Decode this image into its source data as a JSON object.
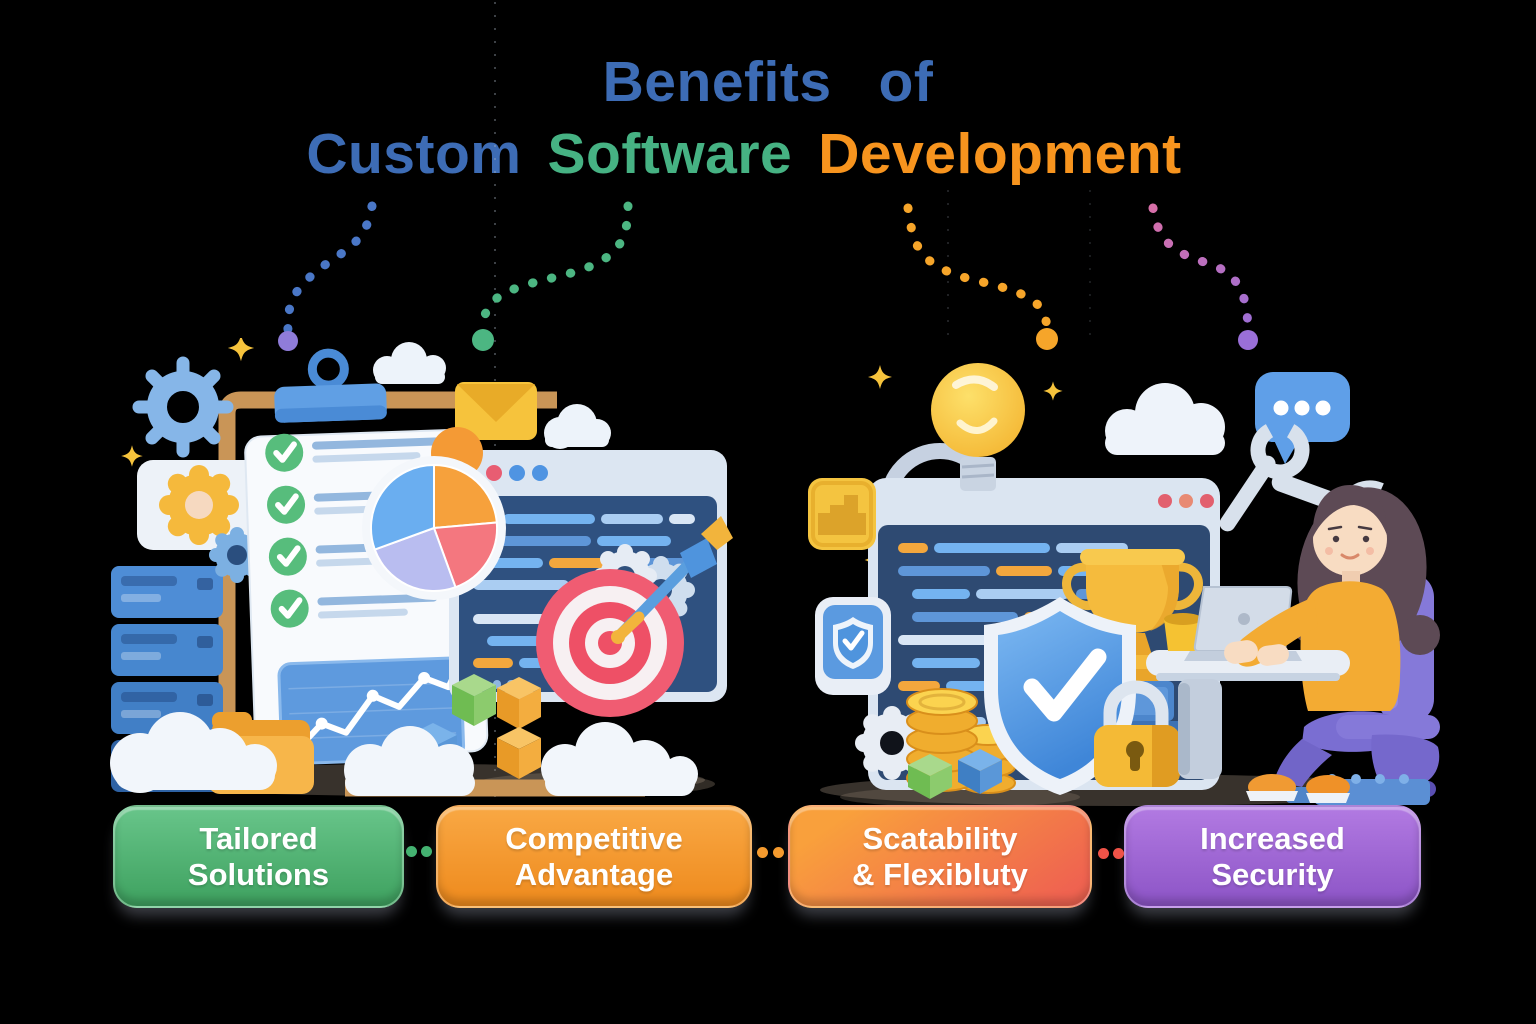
{
  "title": {
    "line1": {
      "word1": "Benefits",
      "word2": "of",
      "color": "#3d6cb5"
    },
    "line2": {
      "word1": {
        "text": "Custom",
        "color": "#3d6cb5"
      },
      "word2": {
        "text": "Software",
        "color": "#46b283"
      },
      "word3": {
        "text": "Development",
        "color": "#f7941e"
      }
    }
  },
  "connectors": [
    {
      "to": "tailored-solutions",
      "style": "dotted-s-curve",
      "color": "#4a77c7",
      "end_dot_color": "#8f7cd9"
    },
    {
      "to": "competitive-advantage",
      "style": "dotted-s-curve",
      "color": "#4cb682",
      "end_dot_color": "#4cb682"
    },
    {
      "to": "scatability-flexibluty",
      "style": "dotted-s-curve",
      "color": "#f6a52a",
      "end_dot_color": "#f6a52a"
    },
    {
      "to": "increased-security",
      "style": "dotted-s-curve",
      "color_start": "#d76fa8",
      "color_end": "#9a6fd8",
      "end_dot_color": "#9a6fd8"
    }
  ],
  "benefits": [
    {
      "line1": "Tailored",
      "line2": "Solutions",
      "color_top": "#68c58a",
      "color_bottom": "#3ea15f",
      "divider_dots_color": "#44b271"
    },
    {
      "line1": "Competitive",
      "line2": "Advantage",
      "color_top": "#f9a844",
      "color_bottom": "#ee8a1d",
      "divider_dots_color": "#f49a2e"
    },
    {
      "line1": "Scatability",
      "line2": "& Flexibluty",
      "color_top": "#f9a03c",
      "color_bottom": "#ef6350",
      "divider_dots_color": "#ef5348"
    },
    {
      "line1": "Increased",
      "line2": "Security",
      "color_top": "#b27ae2",
      "color_bottom": "#8c54c6",
      "divider_dots_color": null
    }
  ],
  "scenes": {
    "left_scene": {
      "name": "custom-software-workspace-illustration",
      "icons": [
        "sketch-gear",
        "yellow-gear",
        "blue-gear",
        "server-stack",
        "clipboard-checklist",
        "pie-chart",
        "code-window",
        "line-chart-panel",
        "envelope",
        "target-with-dart",
        "download-folder",
        "building-blocks",
        "clouds",
        "sparkles",
        "wooden-frame"
      ]
    },
    "right_scene": {
      "name": "developer-at-desk-illustration",
      "icons": [
        "lightbulb",
        "code-window",
        "building-app-icon",
        "shield-badge-icon",
        "wrenches",
        "chat-bubble",
        "cloud",
        "trophy-on-pedestal",
        "security-shield-check",
        "coin-stacks",
        "white-gear",
        "padlock",
        "desk",
        "laptop",
        "coffee-cup",
        "developer-woman",
        "office-chair",
        "sparkles"
      ]
    }
  }
}
